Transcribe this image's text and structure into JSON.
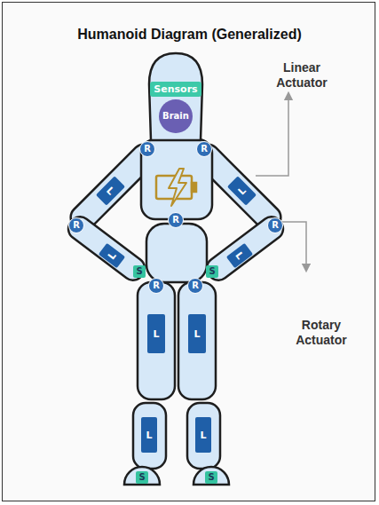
{
  "diagram": {
    "title": "Humanoid Diagram (Generalized)",
    "nodes": [
      {
        "text": [
          "Sensors"
        ]
      },
      {
        "text": [
          "Brain"
        ]
      },
      {
        "text": [
          "R"
        ]
      },
      {
        "text": [
          "R"
        ]
      },
      {
        "text": [
          "L"
        ]
      },
      {
        "text": [
          "L"
        ]
      },
      {
        "text": [
          "R"
        ]
      },
      {
        "text": [
          "R"
        ]
      },
      {
        "text": [
          "L"
        ]
      },
      {
        "text": [
          "L"
        ]
      },
      {
        "text": [
          "R"
        ]
      },
      {
        "text": [
          "S"
        ]
      },
      {
        "text": [
          "S"
        ]
      },
      {
        "text": [
          "R"
        ]
      },
      {
        "text": [
          "R"
        ]
      },
      {
        "text": [
          "L"
        ]
      },
      {
        "text": [
          "L"
        ]
      },
      {
        "text": [
          "L"
        ]
      },
      {
        "text": [
          "L"
        ]
      },
      {
        "text": [
          "S"
        ]
      },
      {
        "text": [
          "S"
        ]
      }
    ],
    "labels": [
      "Linear Actuator",
      "Rotary Actuator"
    ]
  }
}
